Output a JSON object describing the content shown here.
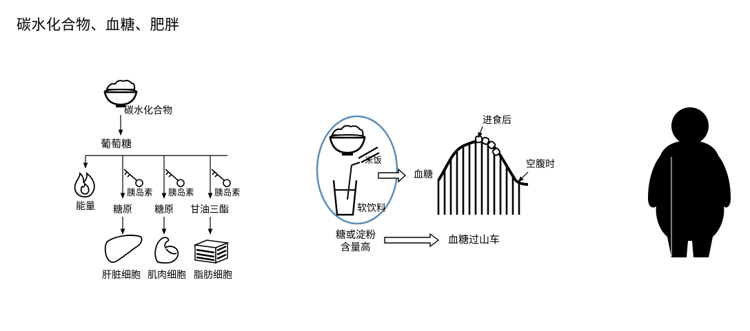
{
  "title": "碳水化合物、血糖、肥胖",
  "pathway": {
    "source": "碳水化合物",
    "glucose": "葡萄糖",
    "hormone": "胰岛素",
    "branches": [
      {
        "product": "能量",
        "cell": ""
      },
      {
        "product": "糖原",
        "cell": "肝脏细胞"
      },
      {
        "product": "糖原",
        "cell": "肌肉细胞"
      },
      {
        "product": "甘油三酯",
        "cell": "脂肪细胞"
      }
    ]
  },
  "foods": {
    "rice": "米饭",
    "drink": "软饮料",
    "high_content_line1": "糖或淀粉",
    "high_content_line2": "含量高"
  },
  "glucose_curve": {
    "y_label": "血糖",
    "after_meal": "进食后",
    "fasting": "空腹时",
    "result": "血糖过山车"
  },
  "colors": {
    "highlight_ellipse": "#5b8db5"
  }
}
